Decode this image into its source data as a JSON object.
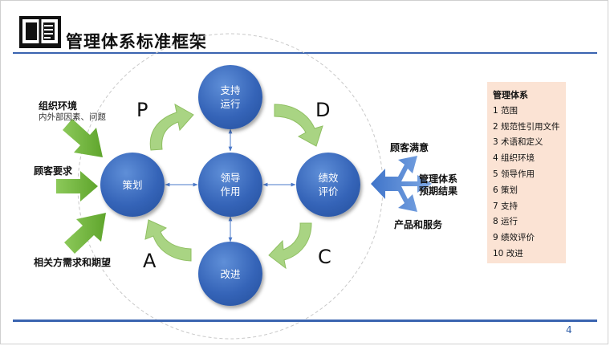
{
  "header": {
    "title": "管理体系标准框架"
  },
  "inputs": {
    "org_env": "组织环境",
    "org_env_sub": "内外部因素、问题",
    "customer_req": "顾客要求",
    "interested": "相关方需求和期望"
  },
  "pdca": {
    "p": "P",
    "d": "D",
    "c": "C",
    "a": "A"
  },
  "nodes": {
    "support": [
      "支持",
      "运行"
    ],
    "plan": [
      "策划"
    ],
    "lead": [
      "领导",
      "作用"
    ],
    "perf": [
      "绩效",
      "评价"
    ],
    "improve": [
      "改进"
    ]
  },
  "outputs": {
    "satisfaction": "顾客满意",
    "result_1": "管理体系",
    "result_2": "预期结果",
    "products": "产品和服务"
  },
  "panel": {
    "title": "管理体系",
    "items": [
      "1 范围",
      "2 规范性引用文件",
      "3 术语和定义",
      "4 组织环境",
      "5 领导作用",
      "6 策划",
      "7 支持",
      "8 运行",
      "9 绩效评价",
      "10 改进"
    ]
  },
  "footer": {
    "page": "4"
  },
  "colors": {
    "accent": "#3a64b0",
    "circle": "#3564b8",
    "green_arrow": "#6fb23a",
    "light_arrow": "#a9d483",
    "panel": "#fbe3d4",
    "output_arrow": "#5b8fd6"
  },
  "icons": [
    "book-icon"
  ]
}
